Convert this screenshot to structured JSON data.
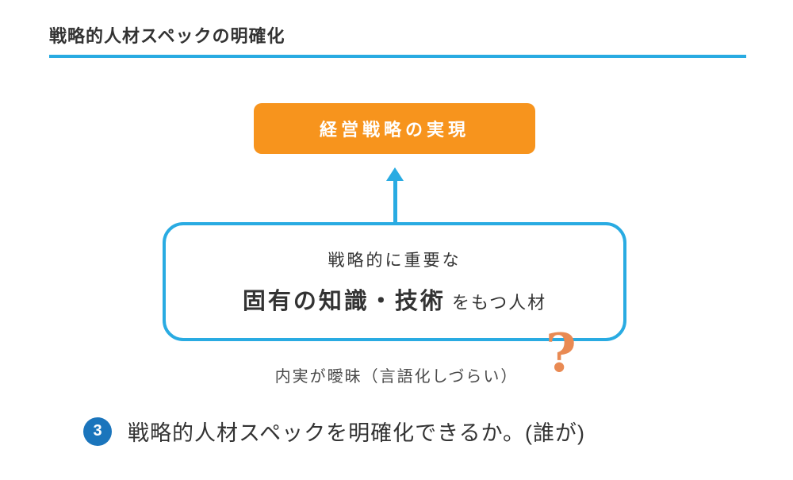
{
  "header": {
    "title": "戦略的人材スペックの明確化"
  },
  "diagram": {
    "goal_label": "経営戦略の実現",
    "talent_line1": "戦略的に重要な",
    "talent_emphasis": "固有の知識・技術",
    "talent_rest": " をもつ人材",
    "caption": "内実が曖昧（言語化しづらい）",
    "question_mark": "?"
  },
  "footer": {
    "number": "3",
    "text": "戦略的人材スペックを明確化できるか。(誰が)"
  },
  "colors": {
    "accent_cyan": "#29ABE2",
    "orange": "#F7941D",
    "question_orange": "#E98A53",
    "number_blue": "#1B75BC",
    "text_dark": "#333333",
    "text_mid": "#4a4a4a"
  }
}
